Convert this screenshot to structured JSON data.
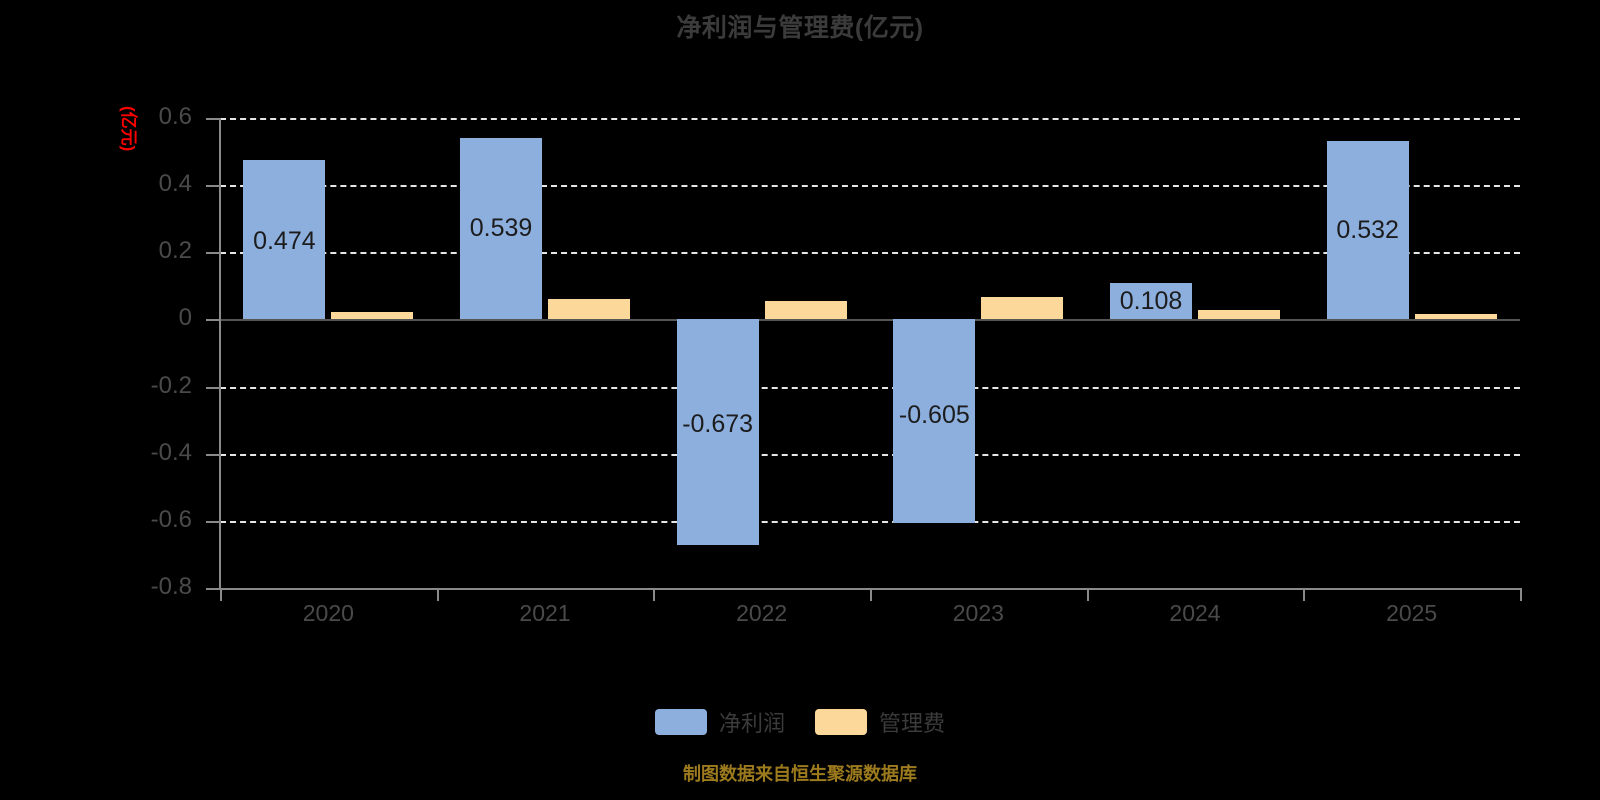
{
  "chart_data": {
    "type": "bar",
    "title": "净利润与管理费(亿元)",
    "xlabel": "",
    "ylabel": "(亿元)",
    "ylim": [
      -0.8,
      0.6
    ],
    "ytick_labels": [
      "0.6",
      "0.4",
      "0.2",
      "0",
      "-0.2",
      "-0.4",
      "-0.6",
      "-0.8"
    ],
    "ytick_values": [
      0.6,
      0.4,
      0.2,
      0,
      -0.2,
      -0.4,
      -0.6,
      -0.8
    ],
    "grid": true,
    "legend_position": "bottom",
    "categories": [
      "2020",
      "2021",
      "2022",
      "2023",
      "2024",
      "2025"
    ],
    "series": [
      {
        "name": "净利润",
        "color": "#8cafde",
        "values": [
          0.474,
          0.539,
          -0.673,
          -0.605,
          0.108,
          0.532
        ],
        "labels": [
          "0.474",
          "0.539",
          "-0.673",
          "-0.605",
          "0.108",
          "0.532"
        ]
      },
      {
        "name": "管理费",
        "color": "#fdd89b",
        "values": [
          0.023,
          0.061,
          0.055,
          0.067,
          0.029,
          0.017
        ],
        "labels": [
          "",
          "",
          "",
          "",
          "",
          ""
        ]
      }
    ],
    "annotations": [
      "制图数据来自恒生聚源数据库"
    ]
  },
  "header": {
    "title": "净利润与管理费(亿元)"
  },
  "axis": {
    "y_unit": "(亿元)"
  },
  "legend": {
    "items": [
      {
        "label": "净利润"
      },
      {
        "label": "管理费"
      }
    ]
  },
  "footer": {
    "note": "制图数据来自恒生聚源数据库"
  },
  "colors": {
    "net_profit": "#8cafde",
    "admin_fee": "#fdd89b",
    "background": "#000000",
    "grid": "#e6e6e6",
    "axis": "#8a8a8a",
    "title": "#3b3b3b",
    "unit_label": "#ff0000",
    "footer": "#9c7a1e"
  }
}
